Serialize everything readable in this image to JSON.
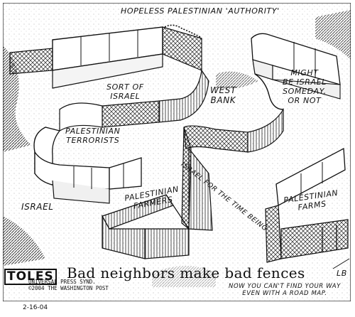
{
  "title": "HOPELESS PALESTINIAN 'AUTHORITY'",
  "labels": {
    "israel_left": "ISRAEL",
    "sort_of_israel": [
      "SORT OF",
      "ISRAEL"
    ],
    "palestinian_terrorists": [
      "PALESTINIAN",
      "TERRORISTS"
    ],
    "palestinian_farmers": [
      "PALESTINIAN",
      "FARMERS"
    ],
    "west_bank": [
      "WEST",
      "BANK"
    ],
    "israel_for_time_being": "ISRAEL FOR THE TIME BEING",
    "might_be_israel": [
      "MIGHT",
      "BE ISRAEL",
      "SOMEDAY,",
      "OR NOT"
    ],
    "palestinian_farms": [
      "PALESTINIAN",
      "FARMS"
    ]
  },
  "caption": "Bad neighbors make bad fences",
  "road_map_note": [
    "NOW YOU CAN'T FIND YOUR WAY",
    "EVEN WITH A ROAD MAP."
  ],
  "signature": {
    "logo": "TOLES",
    "credit_lines": [
      "UNIVERSAL PRESS SYND.",
      "©2004 THE WASHINGTON POST"
    ],
    "date": "2-16-04",
    "initials": "LB"
  }
}
